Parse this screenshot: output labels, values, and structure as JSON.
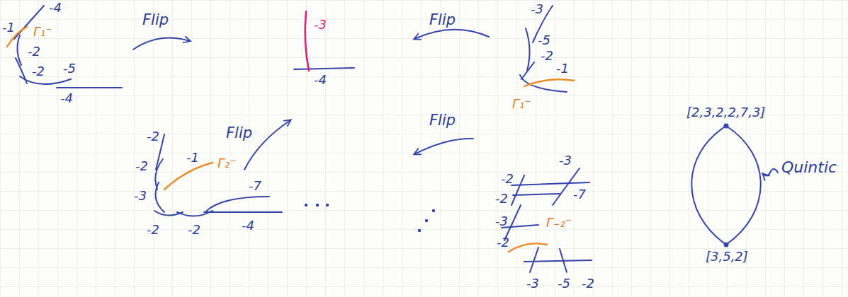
{
  "diagram": {
    "labels": [
      "-1",
      "-4",
      "Γ₁⁻",
      "-2",
      "-2",
      "-5",
      "-4",
      "Flip",
      "-3",
      "-4",
      "Flip",
      "-3",
      "-5",
      "-2",
      "-1",
      "Γ₁⁻",
      "-2",
      "-2",
      "-1",
      "Γ₂⁻",
      "-3",
      "-7",
      "Flip",
      "-2",
      "-2",
      "-4",
      "Flip",
      "-3",
      "-2",
      "-7",
      "-2",
      "-3",
      "Γ₋₂⁻",
      "-2",
      "-3",
      "-5",
      "-2",
      "[2,3,2,2,7,3]",
      "[3,5,2]",
      "Quintic"
    ]
  }
}
